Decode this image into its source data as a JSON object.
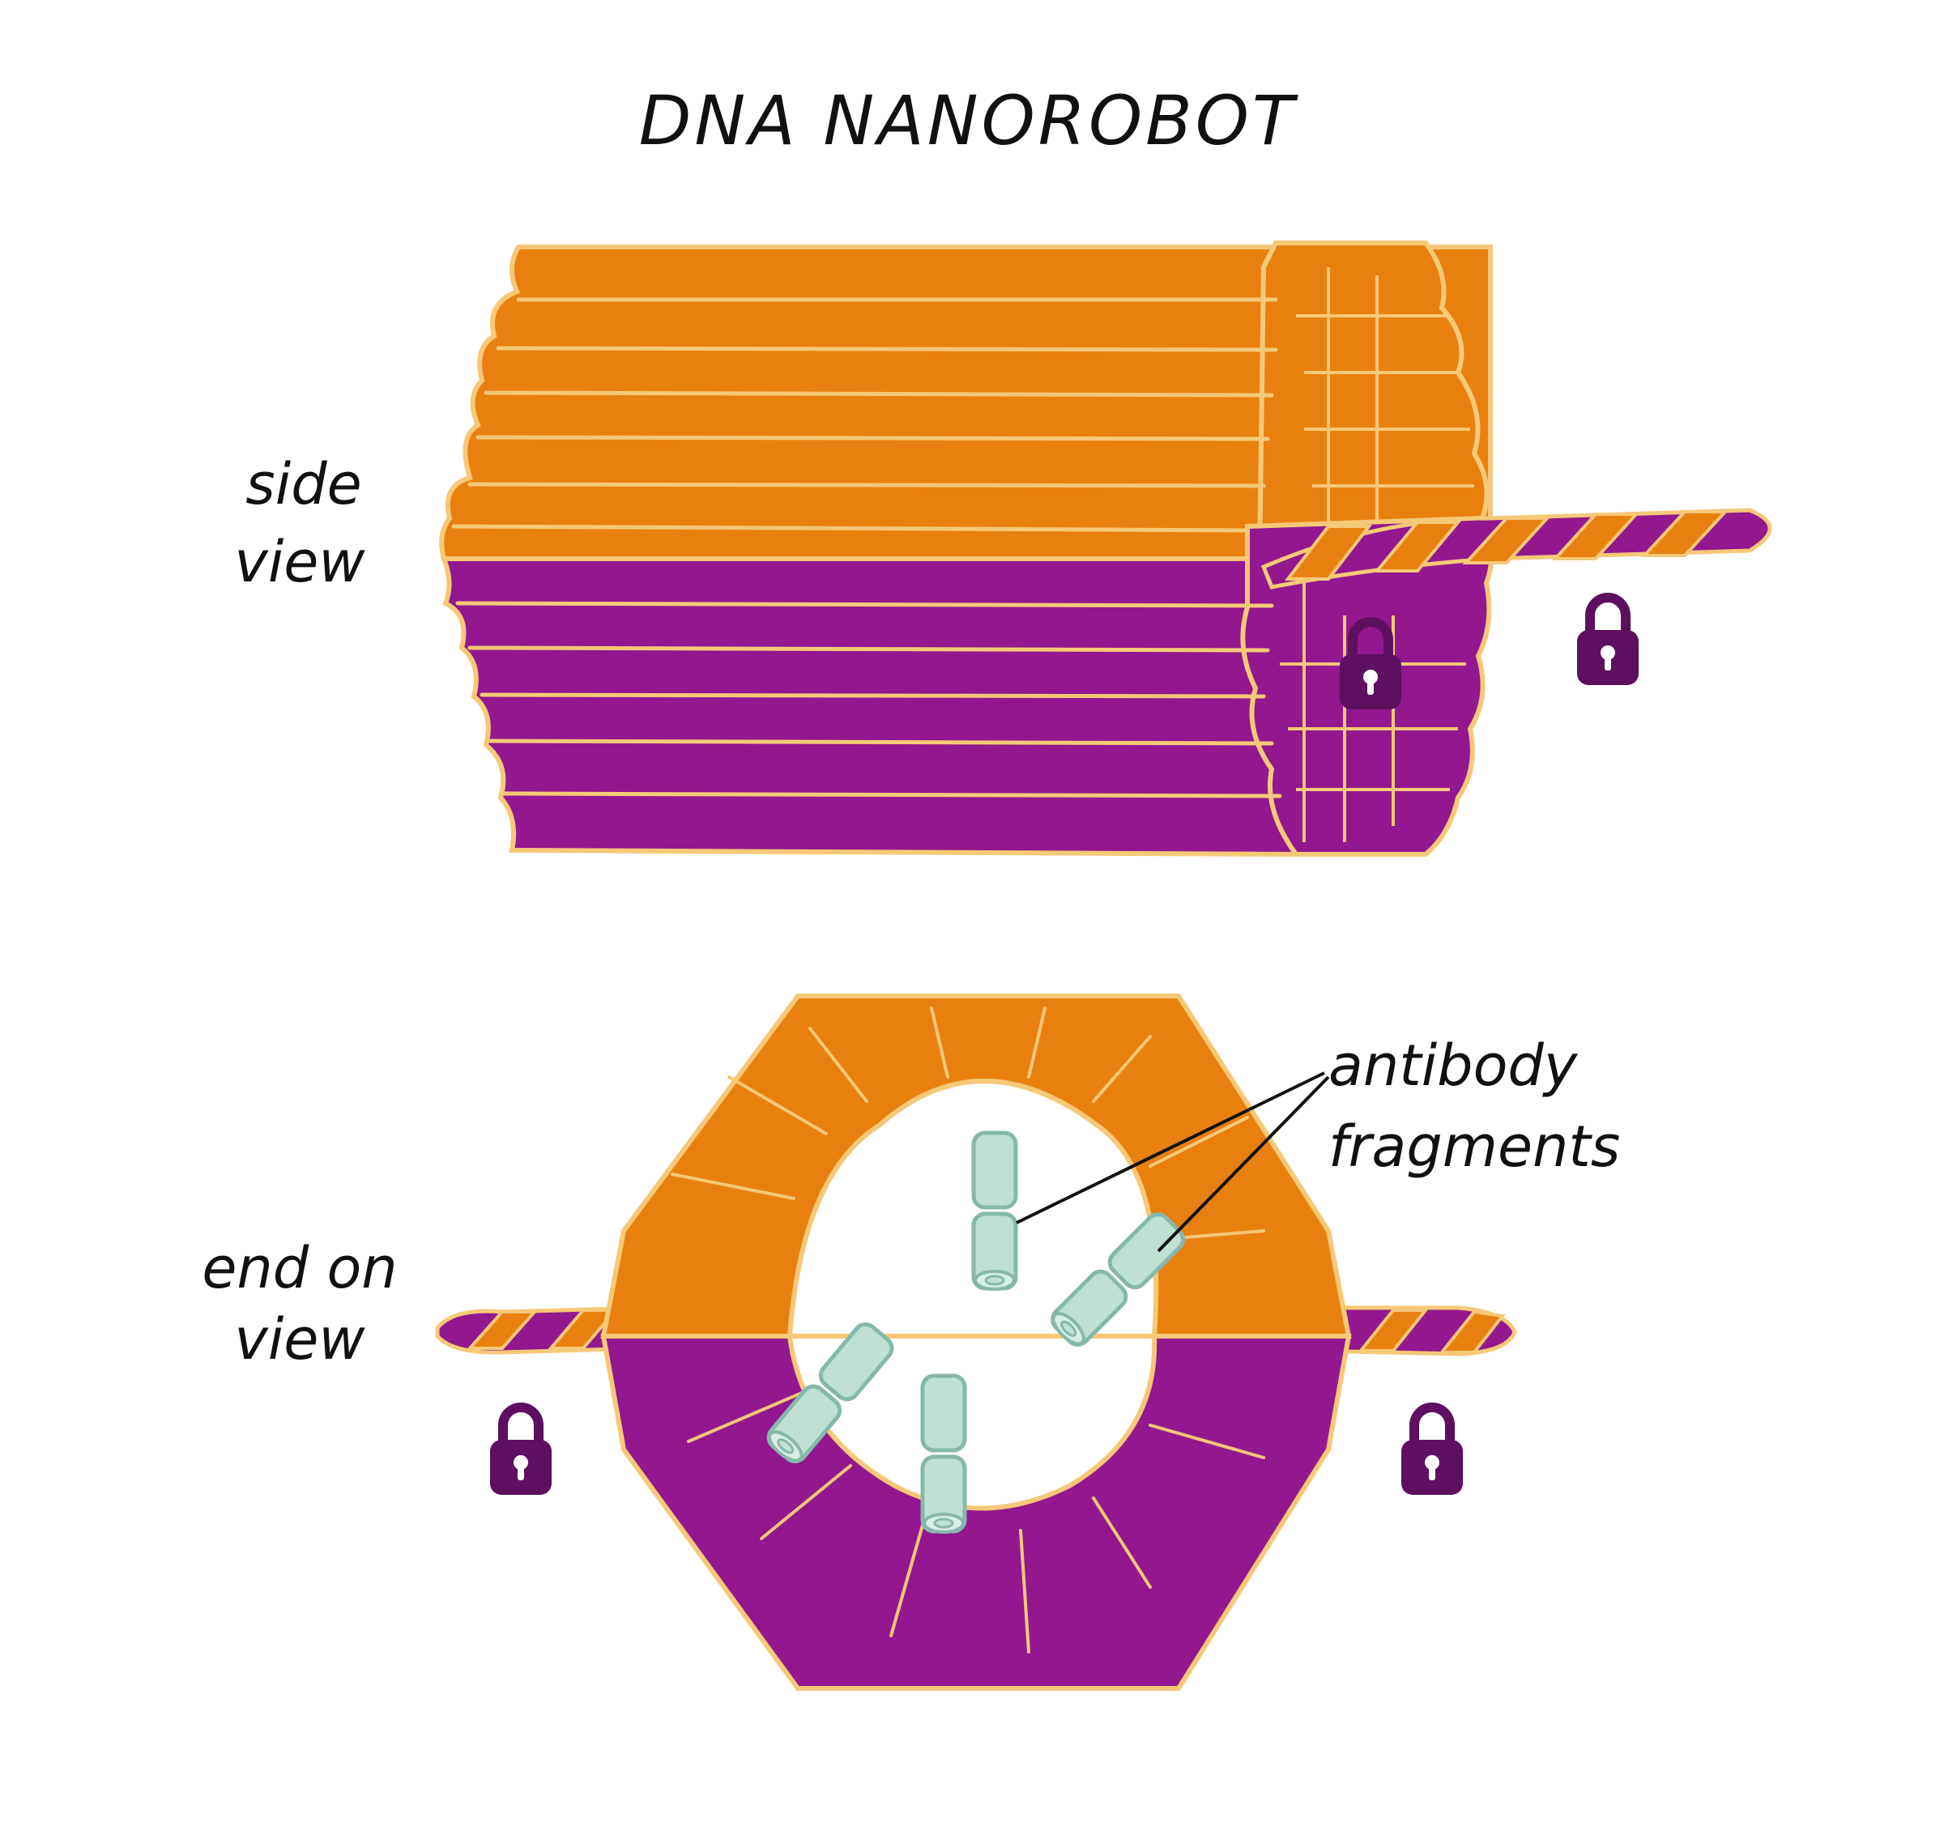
{
  "title": "DNA NANOROBOT",
  "labels": {
    "side_view_line1": "side",
    "side_view_line2": "view",
    "end_view_line1": "end on",
    "end_view_line2": "view",
    "antibody_line1": "antibody",
    "antibody_line2": "fragments"
  },
  "colors": {
    "orange": "#e8800f",
    "purple": "#93178e",
    "outline": "#f6c878",
    "lock": "#5e0f60",
    "antibody_fill": "#bfe0d2",
    "antibody_stroke": "#86b8aa"
  },
  "icons": [
    "padlock-icon",
    "antibody-fragment-icon"
  ]
}
